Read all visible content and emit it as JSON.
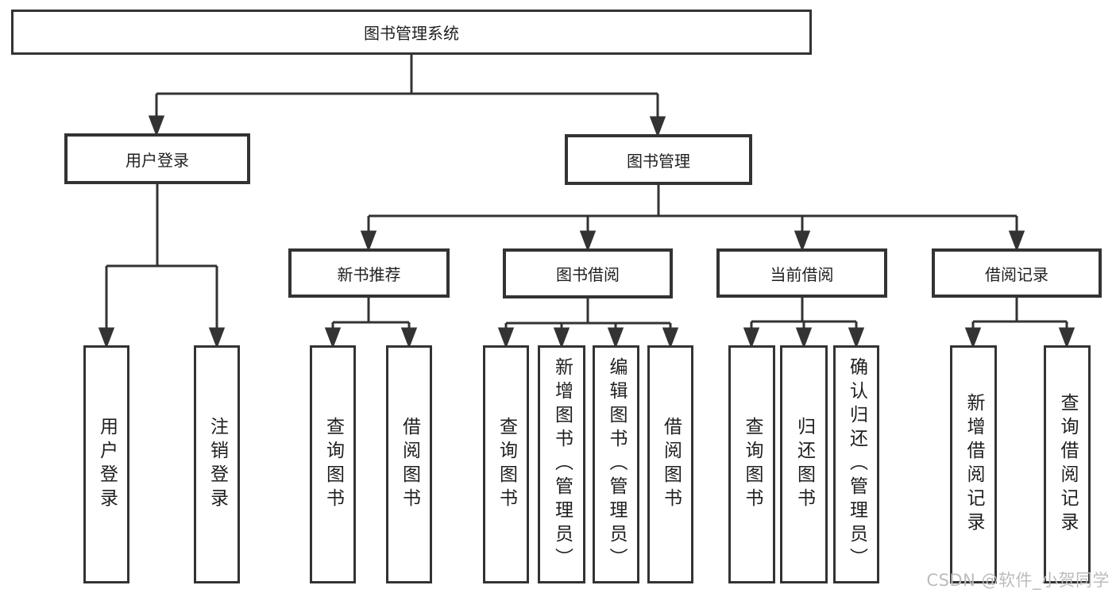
{
  "diagram": {
    "tree": {
      "root": {
        "label": "图书管理系统"
      },
      "level2": [
        {
          "label": "用户登录",
          "children": [
            {
              "label": "用户登录"
            },
            {
              "label": "注销登录"
            }
          ]
        },
        {
          "label": "图书管理",
          "children": [
            {
              "label": "新书推荐",
              "children": [
                {
                  "label": "查询图书"
                },
                {
                  "label": "借阅图书"
                }
              ]
            },
            {
              "label": "图书借阅",
              "children": [
                {
                  "label": "查询图书"
                },
                {
                  "label": "新增图书（管理员）"
                },
                {
                  "label": "编辑图书（管理员）"
                },
                {
                  "label": "借阅图书"
                }
              ]
            },
            {
              "label": "当前借阅",
              "children": [
                {
                  "label": "查询图书"
                },
                {
                  "label": "归还图书"
                },
                {
                  "label": "确认归还（管理员）"
                }
              ]
            },
            {
              "label": "借阅记录",
              "children": [
                {
                  "label": "新增借阅记录"
                },
                {
                  "label": "查询借阅记录"
                }
              ]
            }
          ]
        }
      ]
    }
  },
  "watermark": {
    "text": "CSDN @软件_小贺同学"
  },
  "colors": {
    "line": "#333333",
    "text": "#1f1f1f",
    "background": "#ffffff",
    "watermark": "#bcbcbc"
  }
}
